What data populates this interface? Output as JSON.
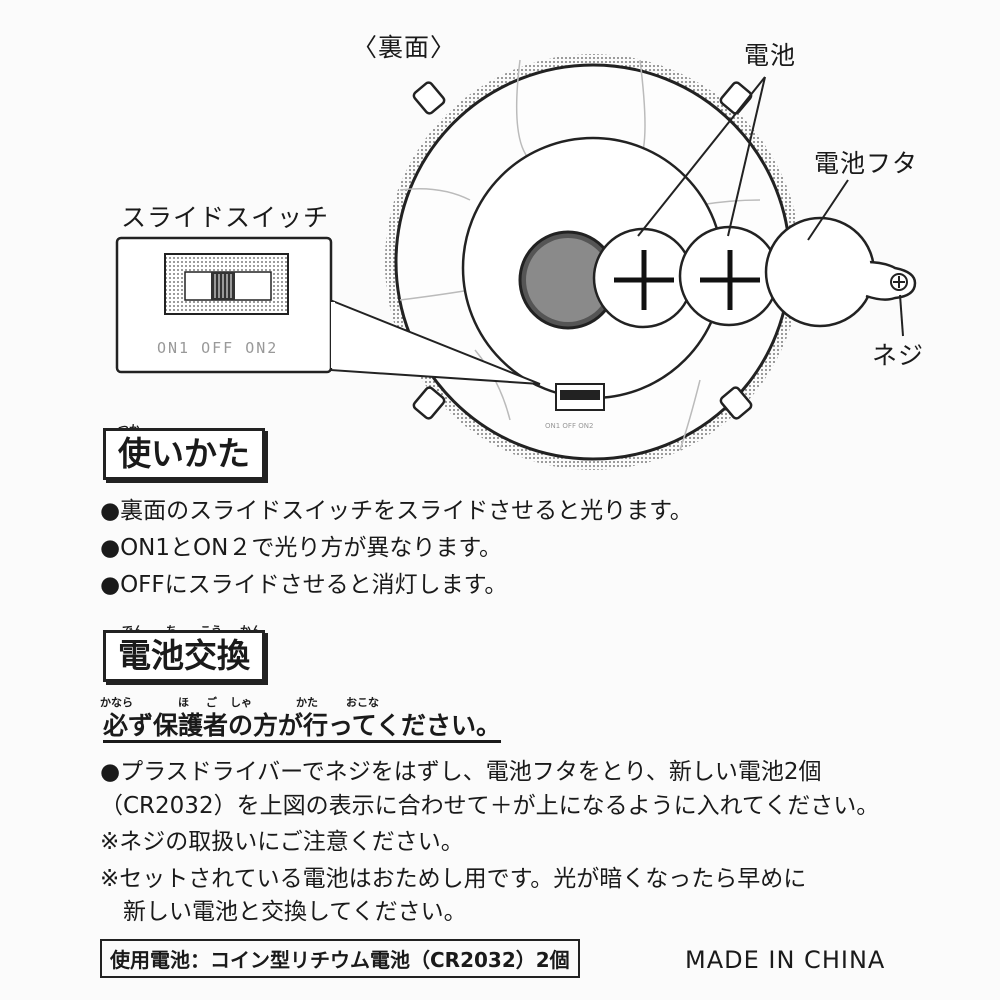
{
  "diagram": {
    "back_label": "〈裏面〉",
    "battery_label": "電池",
    "battery_cover_label": "電池フタ",
    "screw_label": "ネジ",
    "slide_switch_label": "スライドスイッチ",
    "switch_positions": "ON1  OFF  ON2",
    "plus_symbol": "＋"
  },
  "usage": {
    "heading": "使いかた",
    "heading_ruby": "つか",
    "items": [
      "●裏面のスライドスイッチをスライドさせると光ります。",
      "●ON1とON２で光り方が異なります。",
      "●OFFにスライドさせると消灯します。"
    ]
  },
  "battery_change": {
    "heading": "電池交換",
    "ruby": [
      "でん",
      "ち",
      "こう",
      "かん"
    ],
    "warning": "必ず保護者の方が行ってください。",
    "warning_ruby": [
      "かなら",
      "ほ",
      "ご",
      "しゃ",
      "かた",
      "おこな"
    ],
    "lines": [
      "●プラスドライバーでネジをはずし、電池フタをとり、新しい電池2個",
      "（CR2032）を上図の表示に合わせて＋が上になるように入れてください。",
      "※ネジの取扱いにご注意ください。",
      "※セットされている電池はおためし用です。光が暗くなったら早めに",
      "　新しい電池と交換してください。"
    ]
  },
  "footer": {
    "battery_spec": "使用電池：コイン型リチウム電池（CR2032）2個",
    "origin": "MADE IN CHINA"
  }
}
